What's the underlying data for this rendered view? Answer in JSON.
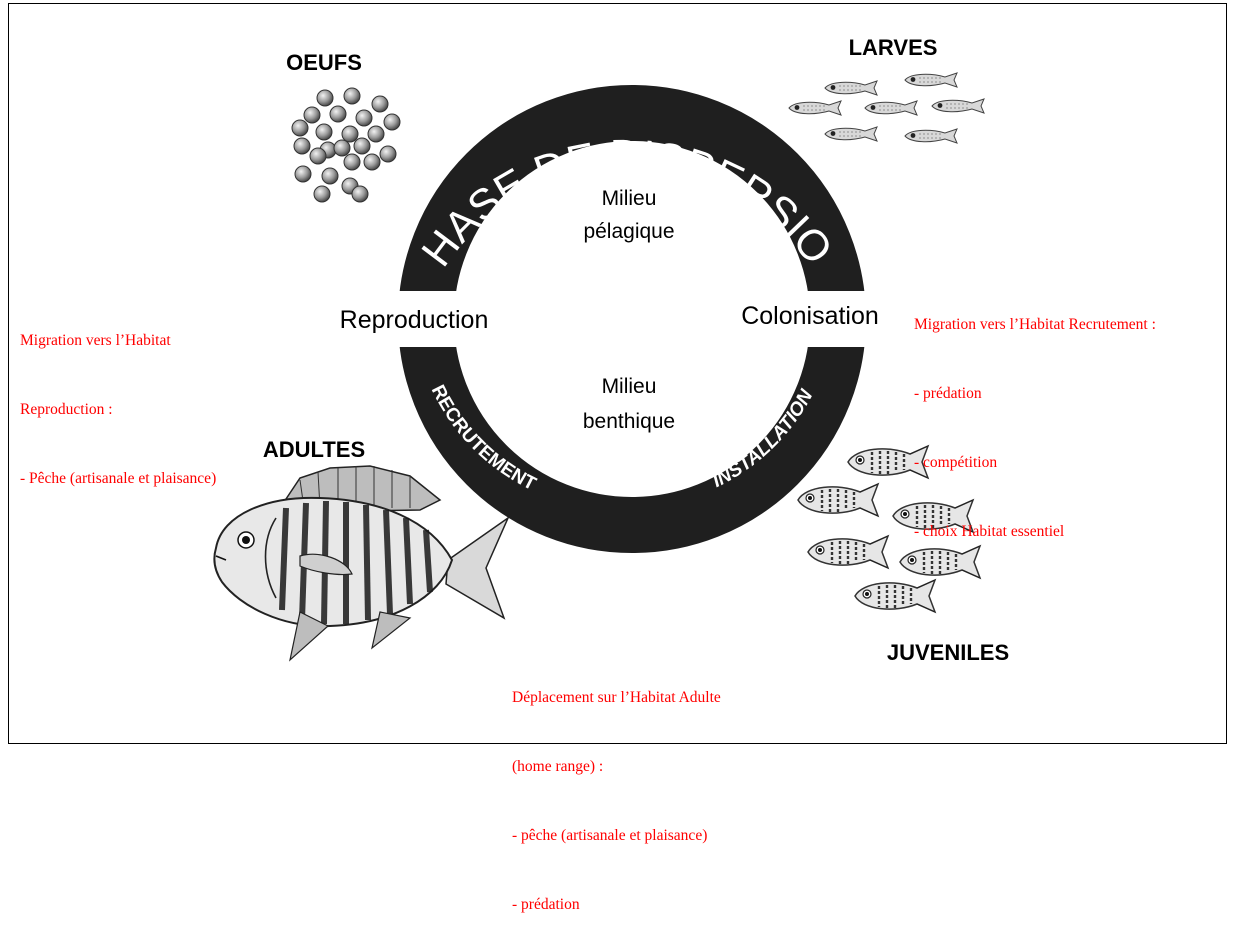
{
  "stages": {
    "oeufs": "OEUFS",
    "larves": "LARVES",
    "adultes": "ADULTES",
    "juveniles": "JUVENILES"
  },
  "ring": {
    "top": "PHASE DE DISPERSION",
    "bottom_left": "RECRUTEMENT",
    "bottom_right": "INSTALLATION"
  },
  "inner": {
    "top_line1": "Milieu",
    "top_line2": "pélagique",
    "bottom_line1": "Milieu",
    "bottom_line2": "benthique"
  },
  "sides": {
    "left": "Reproduction",
    "right": "Colonisation"
  },
  "notes": {
    "left": [
      "Migration vers l’Habitat",
      "Reproduction :",
      "- Pêche (artisanale et plaisance)"
    ],
    "right": [
      "Migration vers l’Habitat Recrutement :",
      "- prédation",
      "- compétition",
      "- choix Habitat essentiel"
    ],
    "bottom": [
      "Déplacement sur l’Habitat Adulte",
      "(home range) :",
      "- pêche (artisanale et plaisance)",
      "- prédation"
    ]
  },
  "colors": {
    "ring": "#1f1f1f",
    "notes": "#ff0000"
  }
}
